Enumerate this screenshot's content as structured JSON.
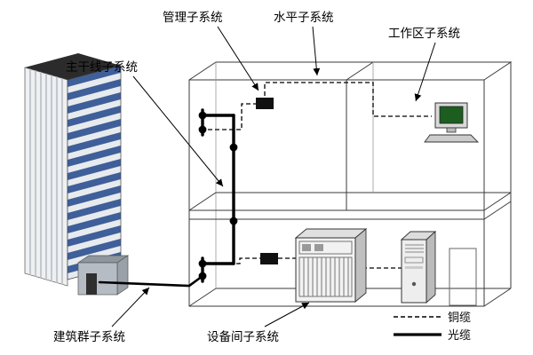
{
  "diagram": {
    "labels": {
      "management": "管理子系统",
      "horizontal": "水平子系统",
      "work_area": "工作区子系统",
      "backbone": "主干线子系统",
      "campus": "建筑群子系统",
      "equipment_room": "设备间子系统"
    },
    "legend": {
      "copper": "铜缆",
      "fiber": "光缆"
    },
    "colors": {
      "window_band": "#3f5f9a",
      "monitor_screen": "#1b5e20",
      "cable": "#000000"
    }
  }
}
